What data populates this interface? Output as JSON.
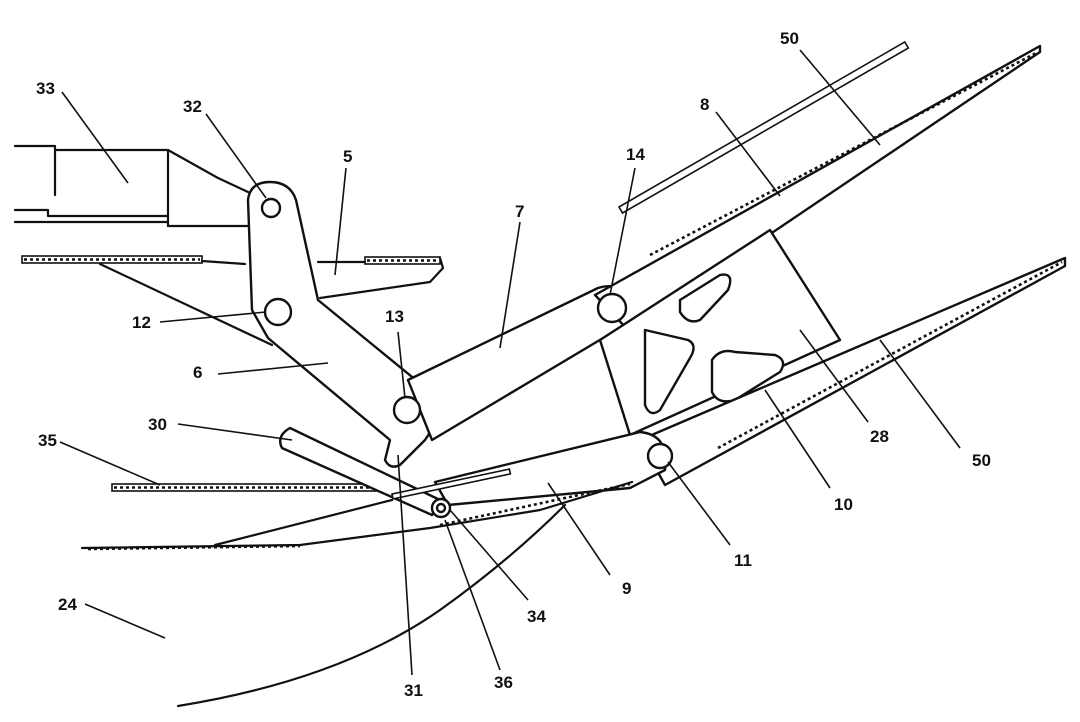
{
  "labels": {
    "l5": "5",
    "l6": "6",
    "l7": "7",
    "l8": "8",
    "l9": "9",
    "l10": "10",
    "l11": "11",
    "l12": "12",
    "l13": "13",
    "l14": "14",
    "l24": "24",
    "l28": "28",
    "l30": "30",
    "l31": "31",
    "l32": "32",
    "l33": "33",
    "l34": "34",
    "l35": "35",
    "l36": "36",
    "l50a": "50",
    "l50b": "50"
  }
}
